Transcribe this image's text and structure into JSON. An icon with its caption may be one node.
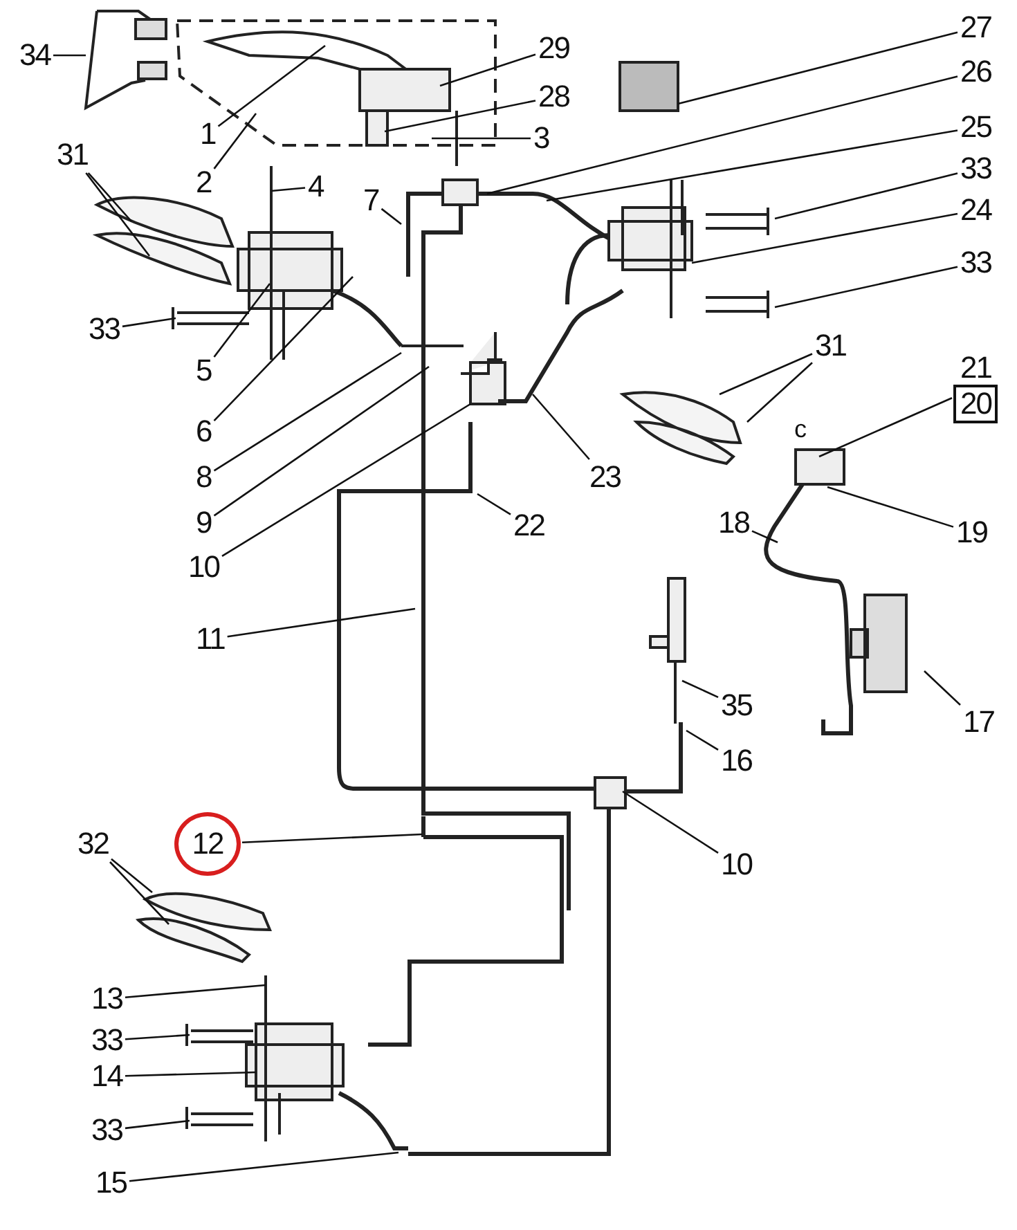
{
  "diagram": {
    "nodes": [
      {
        "text": [
          "34"
        ]
      },
      {
        "text": [
          "29"
        ]
      },
      {
        "text": [
          "1"
        ]
      },
      {
        "text": [
          "28"
        ]
      },
      {
        "text": [
          "2"
        ]
      },
      {
        "text": [
          "3"
        ]
      },
      {
        "text": [
          "27"
        ]
      },
      {
        "text": [
          "26"
        ]
      },
      {
        "text": [
          "25"
        ]
      },
      {
        "text": [
          "31"
        ]
      },
      {
        "text": [
          "4"
        ]
      },
      {
        "text": [
          "7"
        ]
      },
      {
        "text": [
          "33"
        ]
      },
      {
        "text": [
          "24"
        ]
      },
      {
        "text": [
          "33"
        ]
      },
      {
        "text": [
          "33"
        ]
      },
      {
        "text": [
          "5"
        ]
      },
      {
        "text": [
          "6"
        ]
      },
      {
        "text": [
          "8"
        ]
      },
      {
        "text": [
          "9"
        ]
      },
      {
        "text": [
          "10"
        ]
      },
      {
        "text": [
          "23"
        ]
      },
      {
        "text": [
          "31"
        ]
      },
      {
        "text": [
          "21",
          "20"
        ]
      },
      {
        "text": [
          "22"
        ]
      },
      {
        "text": [
          "18"
        ]
      },
      {
        "text": [
          "19"
        ]
      },
      {
        "text": [
          "11"
        ]
      },
      {
        "text": [
          "35"
        ]
      },
      {
        "text": [
          "17"
        ]
      },
      {
        "text": [
          "16"
        ]
      },
      {
        "text": [
          "10"
        ]
      },
      {
        "text": [
          "32"
        ]
      },
      {
        "text": [
          "12"
        ]
      },
      {
        "text": [
          "13"
        ]
      },
      {
        "text": [
          "33"
        ]
      },
      {
        "text": [
          "14"
        ]
      },
      {
        "text": [
          "33"
        ]
      },
      {
        "text": [
          "15"
        ]
      }
    ],
    "edges": [
      {
        "from": 0,
        "to": null,
        "arrow": "none"
      },
      {
        "from": 1,
        "to": null,
        "arrow": "none"
      },
      {
        "from": 2,
        "to": null,
        "arrow": "none"
      },
      {
        "from": 3,
        "to": null,
        "arrow": "none"
      },
      {
        "from": 4,
        "to": null,
        "arrow": "none"
      },
      {
        "from": 5,
        "to": null,
        "arrow": "none"
      },
      {
        "from": 6,
        "to": null,
        "arrow": "none"
      },
      {
        "from": 7,
        "to": null,
        "arrow": "none"
      },
      {
        "from": 8,
        "to": null,
        "arrow": "none"
      },
      {
        "from": 9,
        "to": null,
        "arrow": "none"
      },
      {
        "from": 9,
        "to": null,
        "arrow": "none"
      },
      {
        "from": 10,
        "to": null,
        "arrow": "none"
      },
      {
        "from": 11,
        "to": null,
        "arrow": "none"
      },
      {
        "from": 12,
        "to": null,
        "arrow": "none"
      },
      {
        "from": 13,
        "to": null,
        "arrow": "none"
      },
      {
        "from": 14,
        "to": null,
        "arrow": "none"
      },
      {
        "from": 15,
        "to": null,
        "arrow": "none"
      },
      {
        "from": 16,
        "to": null,
        "arrow": "none"
      },
      {
        "from": 17,
        "to": null,
        "arrow": "none"
      },
      {
        "from": 18,
        "to": null,
        "arrow": "none"
      },
      {
        "from": 19,
        "to": null,
        "arrow": "none"
      },
      {
        "from": 20,
        "to": null,
        "arrow": "none"
      },
      {
        "from": 21,
        "to": null,
        "arrow": "none"
      },
      {
        "from": 22,
        "to": null,
        "arrow": "none"
      },
      {
        "from": 22,
        "to": null,
        "arrow": "none"
      },
      {
        "from": 23,
        "to": null,
        "arrow": "none"
      },
      {
        "from": 24,
        "to": null,
        "arrow": "none"
      },
      {
        "from": 25,
        "to": null,
        "arrow": "none"
      },
      {
        "from": 26,
        "to": null,
        "arrow": "none"
      },
      {
        "from": 27,
        "to": null,
        "arrow": "none"
      },
      {
        "from": 28,
        "to": null,
        "arrow": "none"
      },
      {
        "from": 29,
        "to": null,
        "arrow": "none"
      },
      {
        "from": 30,
        "to": null,
        "arrow": "none"
      },
      {
        "from": 31,
        "to": null,
        "arrow": "none"
      },
      {
        "from": 32,
        "to": null,
        "arrow": "none"
      },
      {
        "from": 32,
        "to": null,
        "arrow": "none"
      },
      {
        "from": 33,
        "to": null,
        "arrow": "none"
      },
      {
        "from": 34,
        "to": null,
        "arrow": "none"
      },
      {
        "from": 35,
        "to": null,
        "arrow": "none"
      },
      {
        "from": 36,
        "to": null,
        "arrow": "none"
      },
      {
        "from": 37,
        "to": null,
        "arrow": "none"
      },
      {
        "from": 38,
        "to": null,
        "arrow": "none"
      }
    ],
    "labels": [
      "c"
    ]
  }
}
